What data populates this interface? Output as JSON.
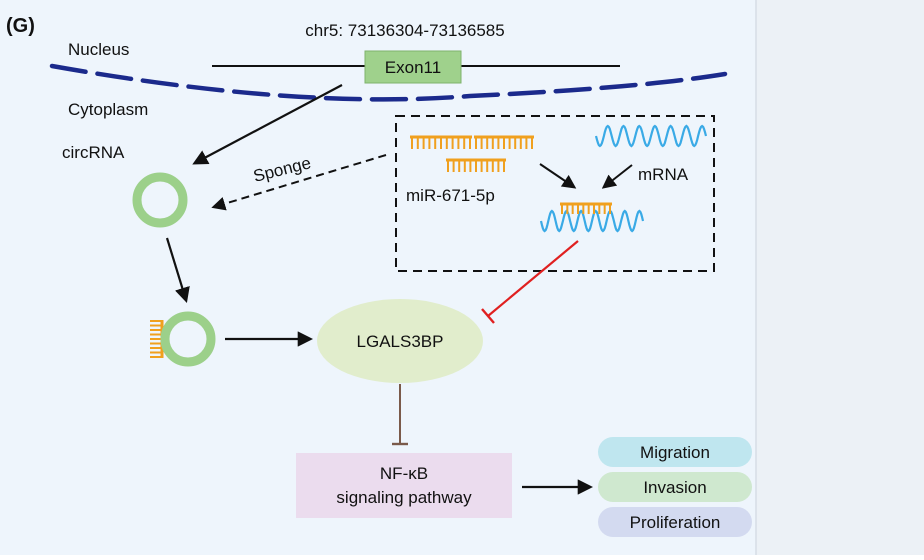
{
  "panel_label": "(G)",
  "colors": {
    "canvas": "#eef5fc",
    "right_panel": "#ecf1f6",
    "membrane": "#1b2a8c",
    "exon": "#9fd18c",
    "circ_ring": "#9cd08a",
    "mirna": "#f0a01e",
    "mrna": "#3aaae6",
    "inhibit_red": "#e02020",
    "inhibit_brown": "#7a5a4a",
    "lgals": "#e1edcc",
    "nfkb": "#ebdcee",
    "migration": "#bfe6ef",
    "invasion": "#cfe8cf",
    "proliferation": "#d3daf0"
  },
  "diagram": {
    "locus": "chr5: 73136304-73136585",
    "exon": "Exon11",
    "nucleus": "Nucleus",
    "cytoplasm": "Cytoplasm",
    "circrna": "circRNA",
    "sponge": "Sponge",
    "mirna": "miR-671-5p",
    "mrna": "mRNA",
    "lgals": "LGALS3BP",
    "nfkb_line1": "NF-κB",
    "nfkb_line2": "signaling pathway",
    "outcomes": [
      "Migration",
      "Invasion",
      "Proliferation"
    ]
  }
}
